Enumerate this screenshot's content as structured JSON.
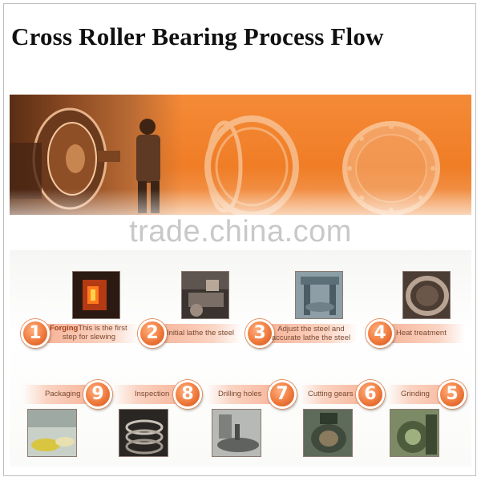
{
  "title": "Cross Roller Bearing Process Flow",
  "watermark": "trade.china.com",
  "colors": {
    "accent": "#f07d26",
    "step_bar": "#f5aa8c",
    "number_badge": "#f07a3c"
  },
  "banner": {
    "photos": [
      "lathe-operator-photo",
      "slewing-ring-photo",
      "flanged-bearing-photo"
    ]
  },
  "steps": [
    {
      "number": "1",
      "label_bold": "Forging",
      "label": "This is the first",
      "label_line2": "step for slewing"
    },
    {
      "number": "2",
      "label": "Initial lathe the steel"
    },
    {
      "number": "3",
      "label": "Adjust the steel and",
      "label_line2": "accurate lathe the steel"
    },
    {
      "number": "4",
      "label": "Heat treatment"
    },
    {
      "number": "5",
      "label": "Grinding"
    },
    {
      "number": "6",
      "label": "Cutting gears"
    },
    {
      "number": "7",
      "label": "Drilling holes"
    },
    {
      "number": "8",
      "label": "Inspection"
    },
    {
      "number": "9",
      "label": "Packaging"
    }
  ]
}
